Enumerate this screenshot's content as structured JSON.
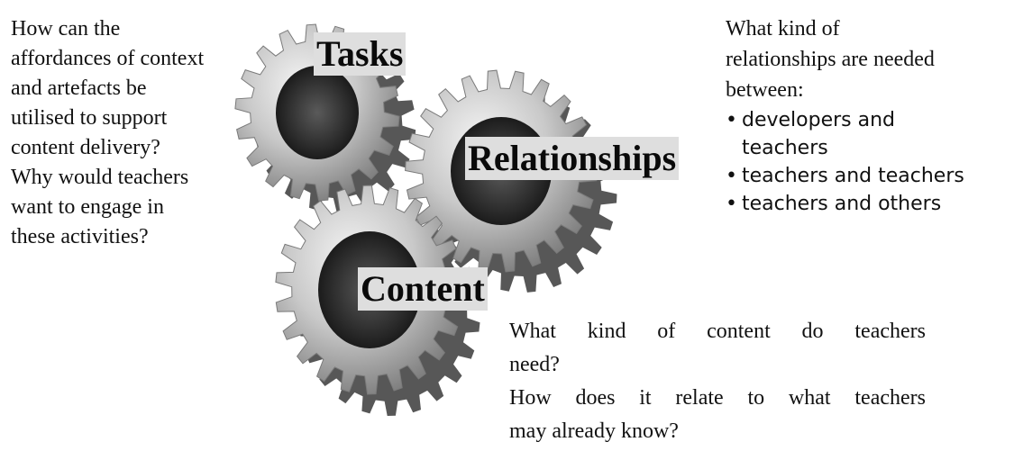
{
  "left_block": {
    "lines": [
      "How can the",
      "affordances of context",
      "and artefacts be",
      "utilised to support",
      "content delivery?",
      "Why would teachers",
      "want to engage in",
      "these activities?"
    ]
  },
  "right_block": {
    "lines": [
      "What kind of",
      "relationships are needed",
      "between:"
    ],
    "bullets": [
      "developers and teachers",
      "teachers and teachers",
      "teachers and others"
    ]
  },
  "bottom_block": {
    "lines": [
      "What kind of content do teachers",
      "need?",
      "How does it relate to what teachers",
      "may already know?"
    ]
  },
  "gear_labels": {
    "tasks": "Tasks",
    "relationships": "Relationships",
    "content": "Content"
  },
  "gear_color": "#9a9a9a"
}
